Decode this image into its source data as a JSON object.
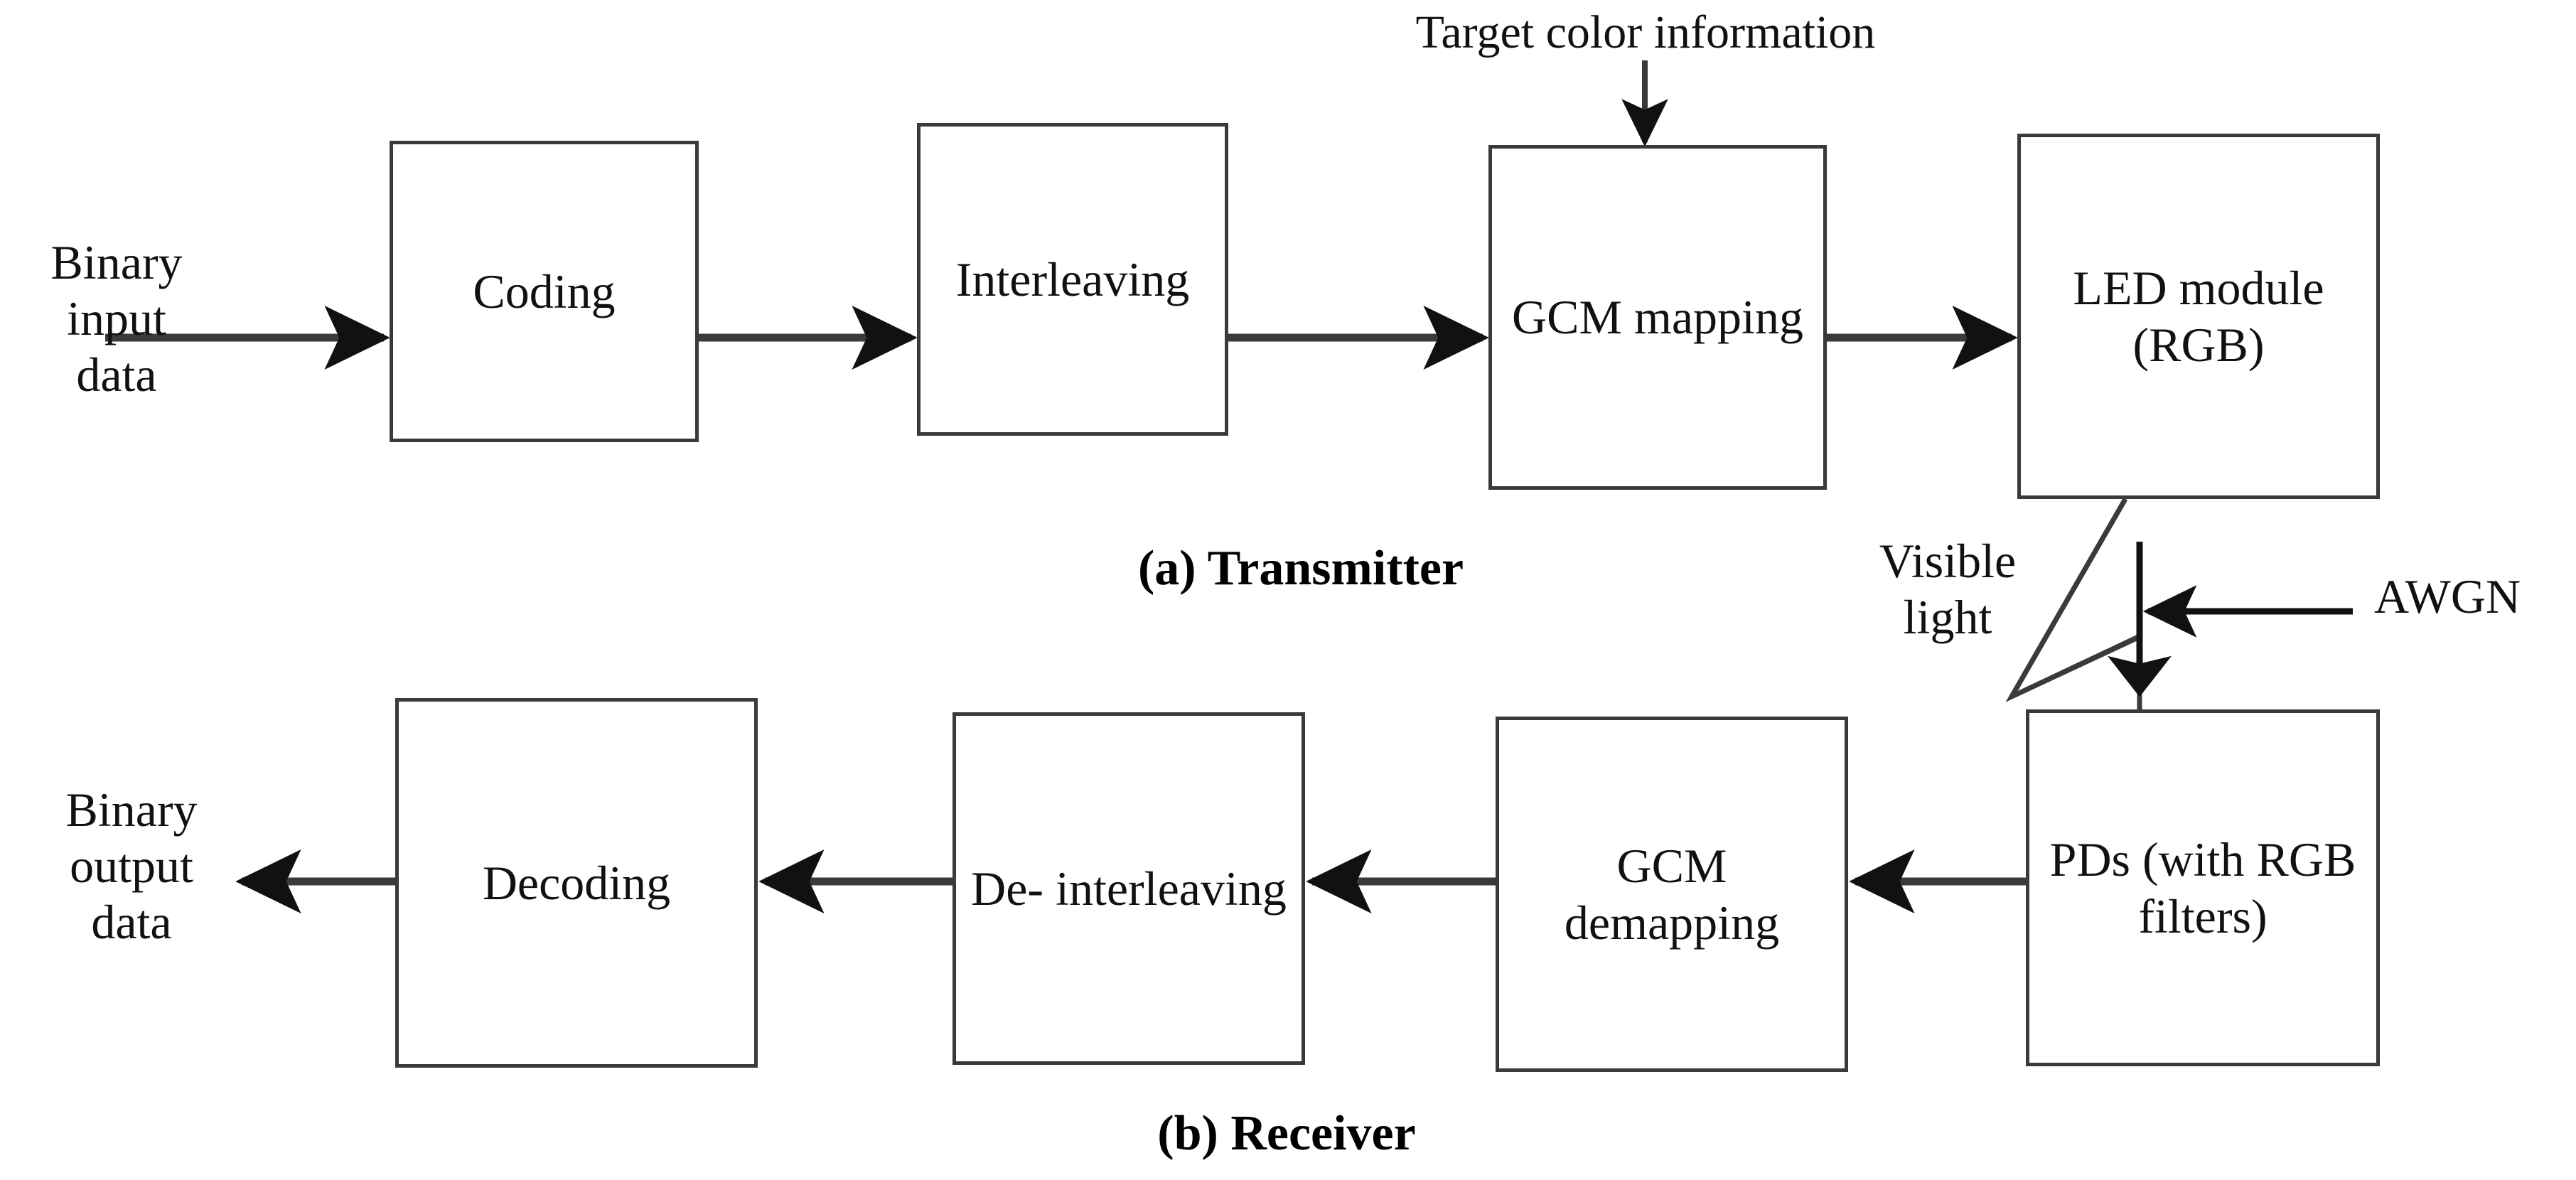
{
  "figure": {
    "type": "block-diagram",
    "subject": "Visible light communication system with GCM (generalized color modulation)"
  },
  "transmitter": {
    "caption": "(a) Transmitter",
    "input_label": "Binary\ninput\ndata",
    "control_label": "Target color information",
    "blocks": [
      {
        "id": "coding",
        "label": "Coding"
      },
      {
        "id": "interleaving",
        "label": "Interleaving"
      },
      {
        "id": "gcm-mapping",
        "label": "GCM\nmapping"
      },
      {
        "id": "led-module",
        "label": "LED\nmodule\n(RGB)"
      }
    ]
  },
  "channel": {
    "visible_light_label": "Visible\nlight",
    "noise_label": "AWGN"
  },
  "receiver": {
    "caption": "(b) Receiver",
    "output_label": "Binary\noutput\ndata",
    "blocks": [
      {
        "id": "pds",
        "label": "PDs (with\nRGB\nfilters)"
      },
      {
        "id": "gcm-demapping",
        "label": "GCM\ndemapping"
      },
      {
        "id": "de-interleaving",
        "label": "De-\ninterleaving"
      },
      {
        "id": "decoding",
        "label": "Decoding"
      }
    ]
  },
  "colors": {
    "stroke": "#3a3a3a",
    "text": "#111111",
    "background": "#ffffff"
  }
}
